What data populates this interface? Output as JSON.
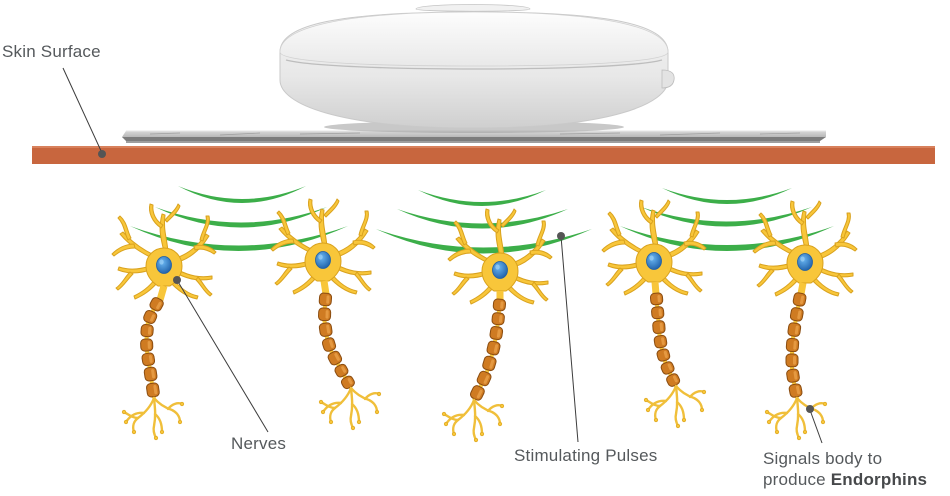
{
  "labels": {
    "skin_surface": "Skin Surface",
    "nerves": "Nerves",
    "stimulating_pulses": "Stimulating Pulses",
    "signals_line1": "Signals body to",
    "signals_line2_prefix": "produce ",
    "signals_line2_bold": "Endorphins"
  },
  "colors": {
    "skin": "#c8663e",
    "pulse": "#3cae49",
    "pulse_dark": "#2e9440",
    "neuron_body": "#f8c63a",
    "neuron_outline": "#d9a21e",
    "axon_segment": "#cf7b22",
    "axon_outline": "#8a4c10",
    "nucleus": "#3c8fdc",
    "nucleus_dark": "#1e5fa8",
    "device": "#f3f3f3",
    "pad": "#c9c9c9",
    "leader_line": "#3c3c3c",
    "text": "#55595c"
  },
  "icons": {
    "device": "tens-device-unit",
    "neuron": "neuron-icon"
  }
}
